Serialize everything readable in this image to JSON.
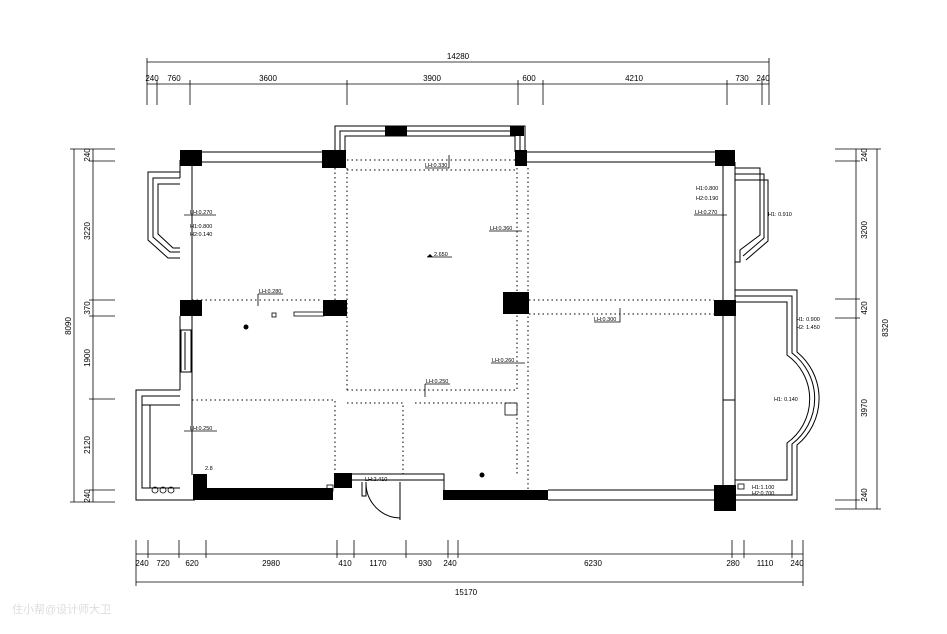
{
  "top_dimensions": {
    "overall": "14280",
    "segments": [
      "240",
      "760",
      "3600",
      "3900",
      "600",
      "4210",
      "730",
      "240"
    ]
  },
  "bottom_dimensions": {
    "overall": "15170",
    "segments": [
      "240",
      "720",
      "620",
      "2980",
      "410",
      "1170",
      "930",
      "240",
      "6230",
      "280",
      "1110",
      "240"
    ]
  },
  "left_dimensions": {
    "overall": "8090",
    "segments": [
      "240",
      "3220",
      "370",
      "1900",
      "2120",
      "240"
    ]
  },
  "right_dimensions": {
    "overall": "8320",
    "segments": [
      "240",
      "3200",
      "420",
      "3970",
      "240"
    ]
  },
  "annotations": {
    "top_beam": "LH:0.330",
    "left_window_lh": "LH:0.270",
    "left_window_h1": "H1:0.800",
    "left_window_h2": "H2:0.140",
    "center_beam": "LH:0.360",
    "ceiling_level": "2.650",
    "left_mid_beam": "LH:0.280",
    "right_window_h1": "H1:0.800",
    "right_window_h2": "H2:0.190",
    "right_window_lh": "LH:0.270",
    "right_bay_h1": "H1: 0.910",
    "right_mid_beam": "LH:0.300",
    "right_lower_h1": "H1: 0.900",
    "right_lower_h2": "H2: 1.450",
    "arc_bay": "H1: 0.140",
    "center_lower_beam": "LH:0.260",
    "center_bottom_beam": "LH:0.250",
    "left_lower_beam": "LH:0.250",
    "door": "LH:2.410",
    "small_mark": "2.8",
    "corner_h1": "H1:1.100",
    "corner_h2": "H2:0.700"
  },
  "watermark": "住小帮@设计师大卫"
}
